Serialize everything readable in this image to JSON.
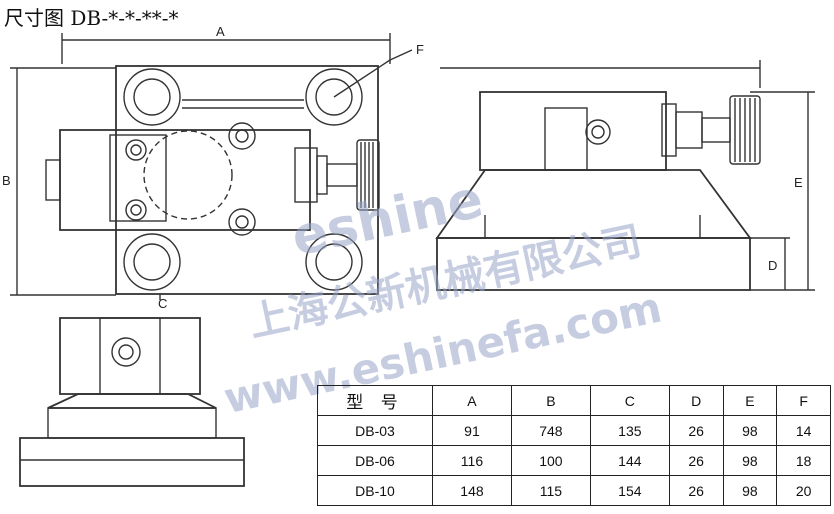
{
  "page": {
    "title": "尺寸图 DB-*-*-**-*",
    "colors": {
      "line": "#333333",
      "watermark": "#9aa6c9",
      "background": "#ffffff"
    }
  },
  "drawing": {
    "labels": {
      "a": "A",
      "b": "B",
      "c": "C",
      "d": "D",
      "e": "E",
      "f": "F"
    }
  },
  "watermark": {
    "brand": "eshine",
    "company": "上海公新机械有限公司",
    "url": "www.eshinefa.com"
  },
  "table": {
    "headers": [
      "型 号",
      "A",
      "B",
      "C",
      "D",
      "E",
      "F"
    ],
    "rows": [
      [
        "DB-03",
        "91",
        "748",
        "135",
        "26",
        "98",
        "14"
      ],
      [
        "DB-06",
        "116",
        "100",
        "144",
        "26",
        "98",
        "18"
      ],
      [
        "DB-10",
        "148",
        "115",
        "154",
        "26",
        "98",
        "20"
      ]
    ]
  }
}
